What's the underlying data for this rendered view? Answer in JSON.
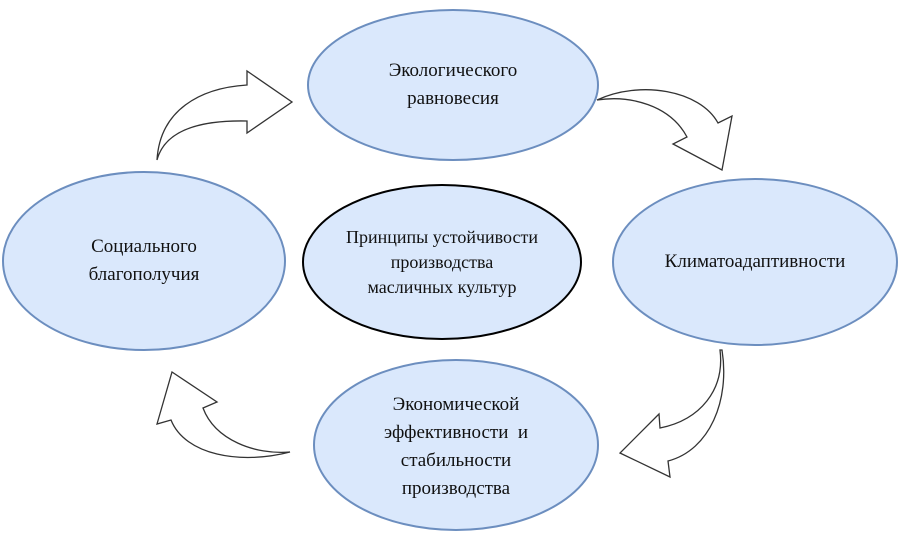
{
  "colors": {
    "node_fill": "#dae8fc",
    "node_stroke": "#6c8ebf",
    "center_stroke": "#000000",
    "arrow_stroke": "#333333"
  },
  "center": {
    "lines": [
      "Принципы устойчивости",
      "производства",
      "масличных культур"
    ]
  },
  "nodes": {
    "top": {
      "lines": [
        "Экологического",
        "равновесия"
      ]
    },
    "right": {
      "lines": [
        "Климатоадаптивности"
      ]
    },
    "bottom": {
      "lines": [
        "Экономической",
        "эффективности  и",
        "стабильности",
        "производства"
      ]
    },
    "left": {
      "lines": [
        "Социального",
        "благополучия"
      ]
    }
  }
}
